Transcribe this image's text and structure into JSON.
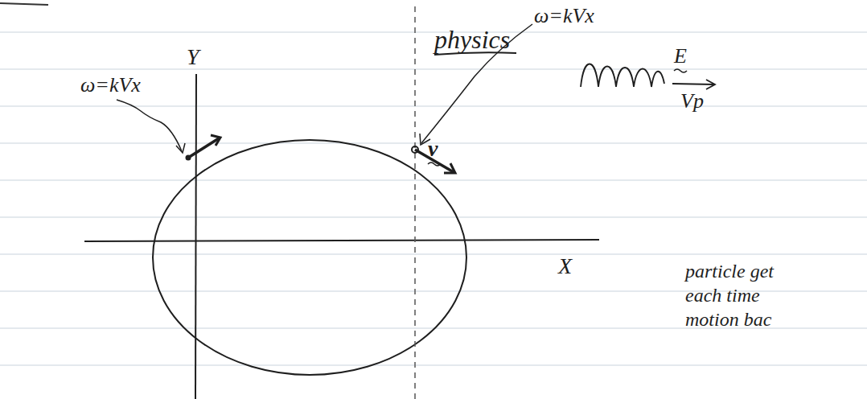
{
  "diagram": {
    "title": "physics",
    "labels": [
      "ω=kVx",
      "ω=kVx",
      "Y",
      "X",
      "v",
      "E",
      "Vp",
      "particle get each time motion bac"
    ]
  }
}
